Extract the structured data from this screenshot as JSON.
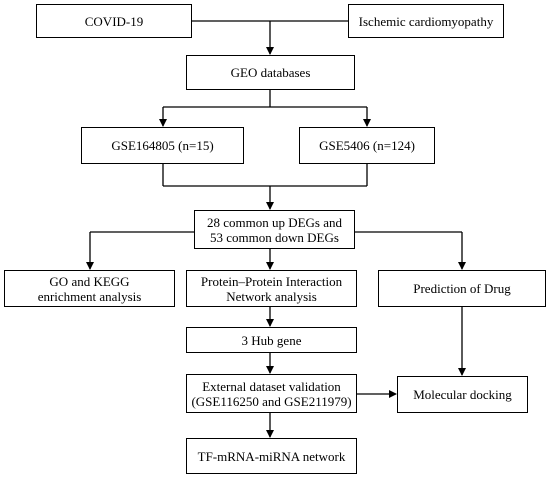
{
  "nodes": {
    "covid": "COVID-19",
    "icm": "Ischemic cardiomyopathy",
    "geo": "GEO databases",
    "gse164805": "GSE164805 (n=15)",
    "gse5406": "GSE5406 (n=124)",
    "degs_line1": "28 common up DEGs and",
    "degs_line2": "53 common down DEGs",
    "go_line1": "GO and KEGG",
    "go_line2": "enrichment analysis",
    "ppi_line1": "Protein–Protein Interaction",
    "ppi_line2": "Network analysis",
    "drug": "Prediction of Drug",
    "hub": "3 Hub gene",
    "ext_line1": "External dataset validation",
    "ext_line2": "(GSE116250 and GSE211979)",
    "docking": "Molecular docking",
    "tf": "TF-mRNA-miRNA network"
  },
  "colors": {
    "line": "#000000",
    "border": "#000000",
    "background": "#ffffff",
    "text": "#000000"
  }
}
